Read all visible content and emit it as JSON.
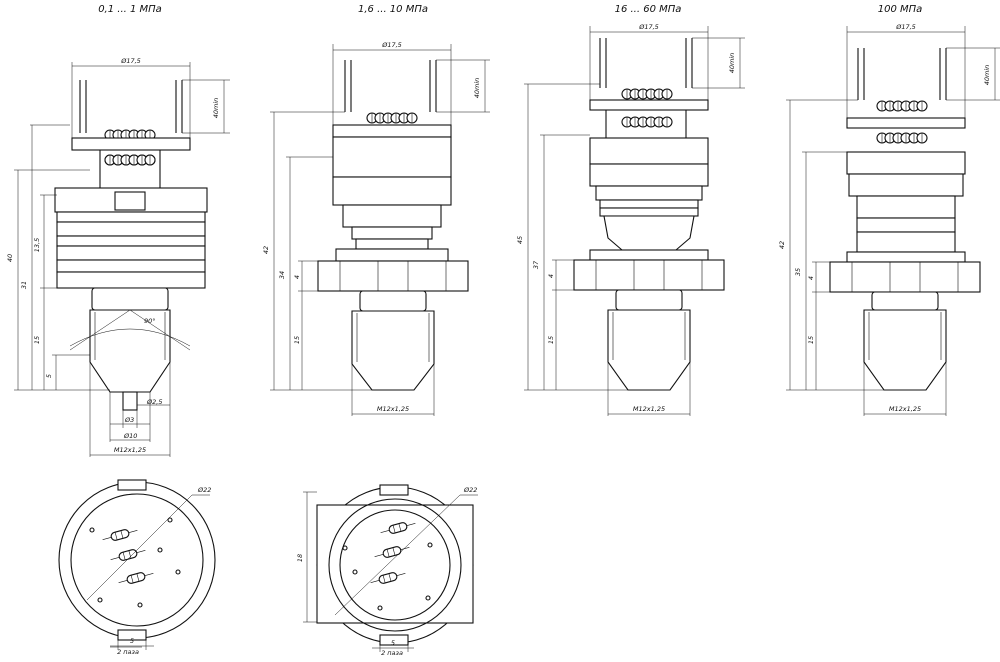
{
  "sensors": [
    {
      "title": "0,1 ... 1 МПа",
      "height": "40",
      "height2": "31",
      "d135": "13,5",
      "d15": "15",
      "d5": "5",
      "angle": "90°",
      "dia25": "Ø2,5",
      "dia3": "Ø3",
      "dia10": "Ø10",
      "thread": "M12x1,25",
      "dia175": "Ø17,5",
      "lead": "40min"
    },
    {
      "title": "1,6 ... 10 МПа",
      "height": "42",
      "height2": "34",
      "d4": "4",
      "d15": "15",
      "thread": "M12x1,25",
      "dia175": "Ø17,5",
      "lead": "40min"
    },
    {
      "title": "16 ... 60 МПа",
      "height": "45",
      "height2": "37",
      "d4": "4",
      "d15": "15",
      "thread": "M12x1,25",
      "dia175": "Ø17,5",
      "lead": "40min"
    },
    {
      "title": "100 МПа",
      "height": "42",
      "height2": "35",
      "d4": "4",
      "d15": "15",
      "thread": "M12x1,25",
      "dia175": "Ø17,5",
      "lead": "40min"
    }
  ],
  "top_views": [
    {
      "dia": "Ø22",
      "width": "5",
      "slots": "2 паза"
    },
    {
      "dia": "Ø22",
      "height": "18",
      "width": "5",
      "slots": "2 паза"
    }
  ],
  "colors": {
    "line": "#111111",
    "background": "#ffffff"
  }
}
